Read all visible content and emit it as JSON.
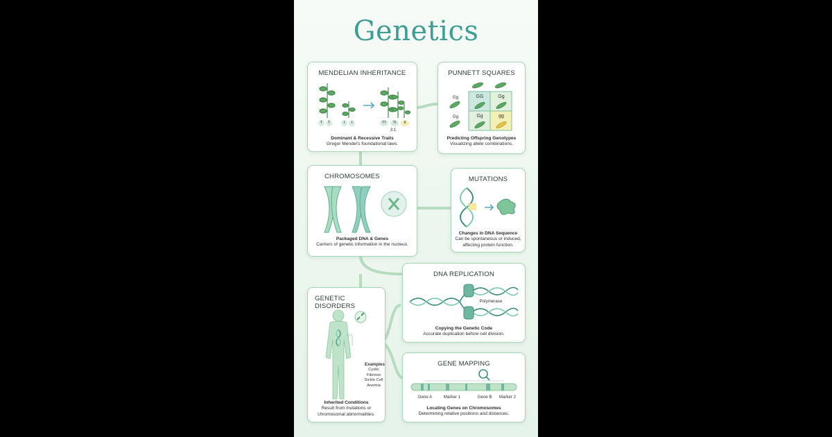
{
  "title": "Genetics",
  "colors": {
    "accent": "#3d9e91",
    "leaf": "#4f9a55",
    "border": "#a9d3b3",
    "connector": "#b5dcbf"
  },
  "mendel": {
    "title": "MENDELIAN INHERITANCE",
    "alleles": [
      "T",
      "T",
      "t",
      "t"
    ],
    "offspring": [
      "TT",
      "Tt",
      "tt"
    ],
    "ratio": "3:1",
    "caption_bold": "Dominant & Recessive Traits",
    "caption": "Gregor Mendel's foundational laws."
  },
  "punnett": {
    "title": "PUNNETT SQUARES",
    "row_labels": [
      "Gg",
      "Gg"
    ],
    "cells": [
      "GG",
      "Gg",
      "Gg",
      "gg"
    ],
    "caption_bold": "Predicting Offspring Genotypes",
    "caption": "Visualizing allele combinations."
  },
  "chromosomes": {
    "title": "CHROMOSOMES",
    "caption_bold": "Packaged DNA & Genes",
    "caption": "Carriers of genetic information in the nucleus."
  },
  "mutations": {
    "title": "MUTATIONS",
    "caption_bold": "Changes in DNA Sequence",
    "caption_1": "Can be spontaneous or induced,",
    "caption_2": "affecting protein function."
  },
  "replication": {
    "title": "DNA REPLICATION",
    "enzyme": "Polymerase",
    "caption_bold": "Copying the Genetic Code",
    "caption": "Accurate duplication before cell division."
  },
  "disorders": {
    "title": "GENETIC DISORDERS",
    "examples_title": "Examples",
    "examples": [
      "Cystic Fibrosis",
      "Sickle Cell",
      "Anemia"
    ],
    "caption_bold": "Inherited Conditions",
    "caption_1": "Result from mutations or",
    "caption_2": "chromosomal abnormalities."
  },
  "mapping": {
    "title": "GENE MAPPING",
    "labels": [
      "Gene A",
      "Marker 1",
      "Gene B",
      "Marker 2"
    ],
    "caption_bold": "Locating Genes on Chromosomes",
    "caption": "Determining relative positions and distances."
  }
}
